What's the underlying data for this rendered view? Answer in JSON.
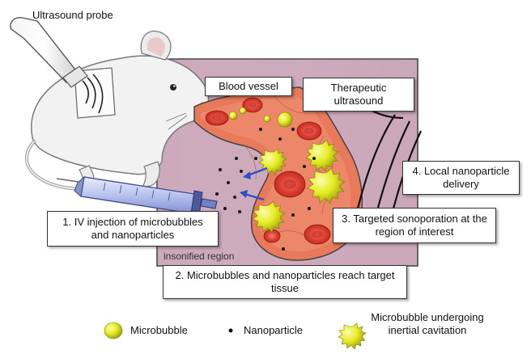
{
  "labels": {
    "probe": "Ultrasound probe",
    "blood_vessel": "Blood vessel",
    "therapeutic": "Therapeutic ultrasound",
    "insonified": "insonified region"
  },
  "steps": {
    "step1": "1. IV injection of microbubbles and nanoparticles",
    "step2": "2. Microbubbles and nanoparticles reach target tissue",
    "step3": "3. Targeted sonoporation at the region of interest",
    "step4": "4. Local nanoparticle delivery"
  },
  "legend": {
    "microbubble": "Microbubble",
    "nanoparticle": "Nanoparticle",
    "cavitating": "Microbubble undergoing inertial cavitation"
  },
  "colors": {
    "tissue": "#c9a3b7",
    "vessel": "#e8795a",
    "rbc": "#d9352b",
    "microbubble": "#e3e81e",
    "arrow": "#3050c8"
  }
}
